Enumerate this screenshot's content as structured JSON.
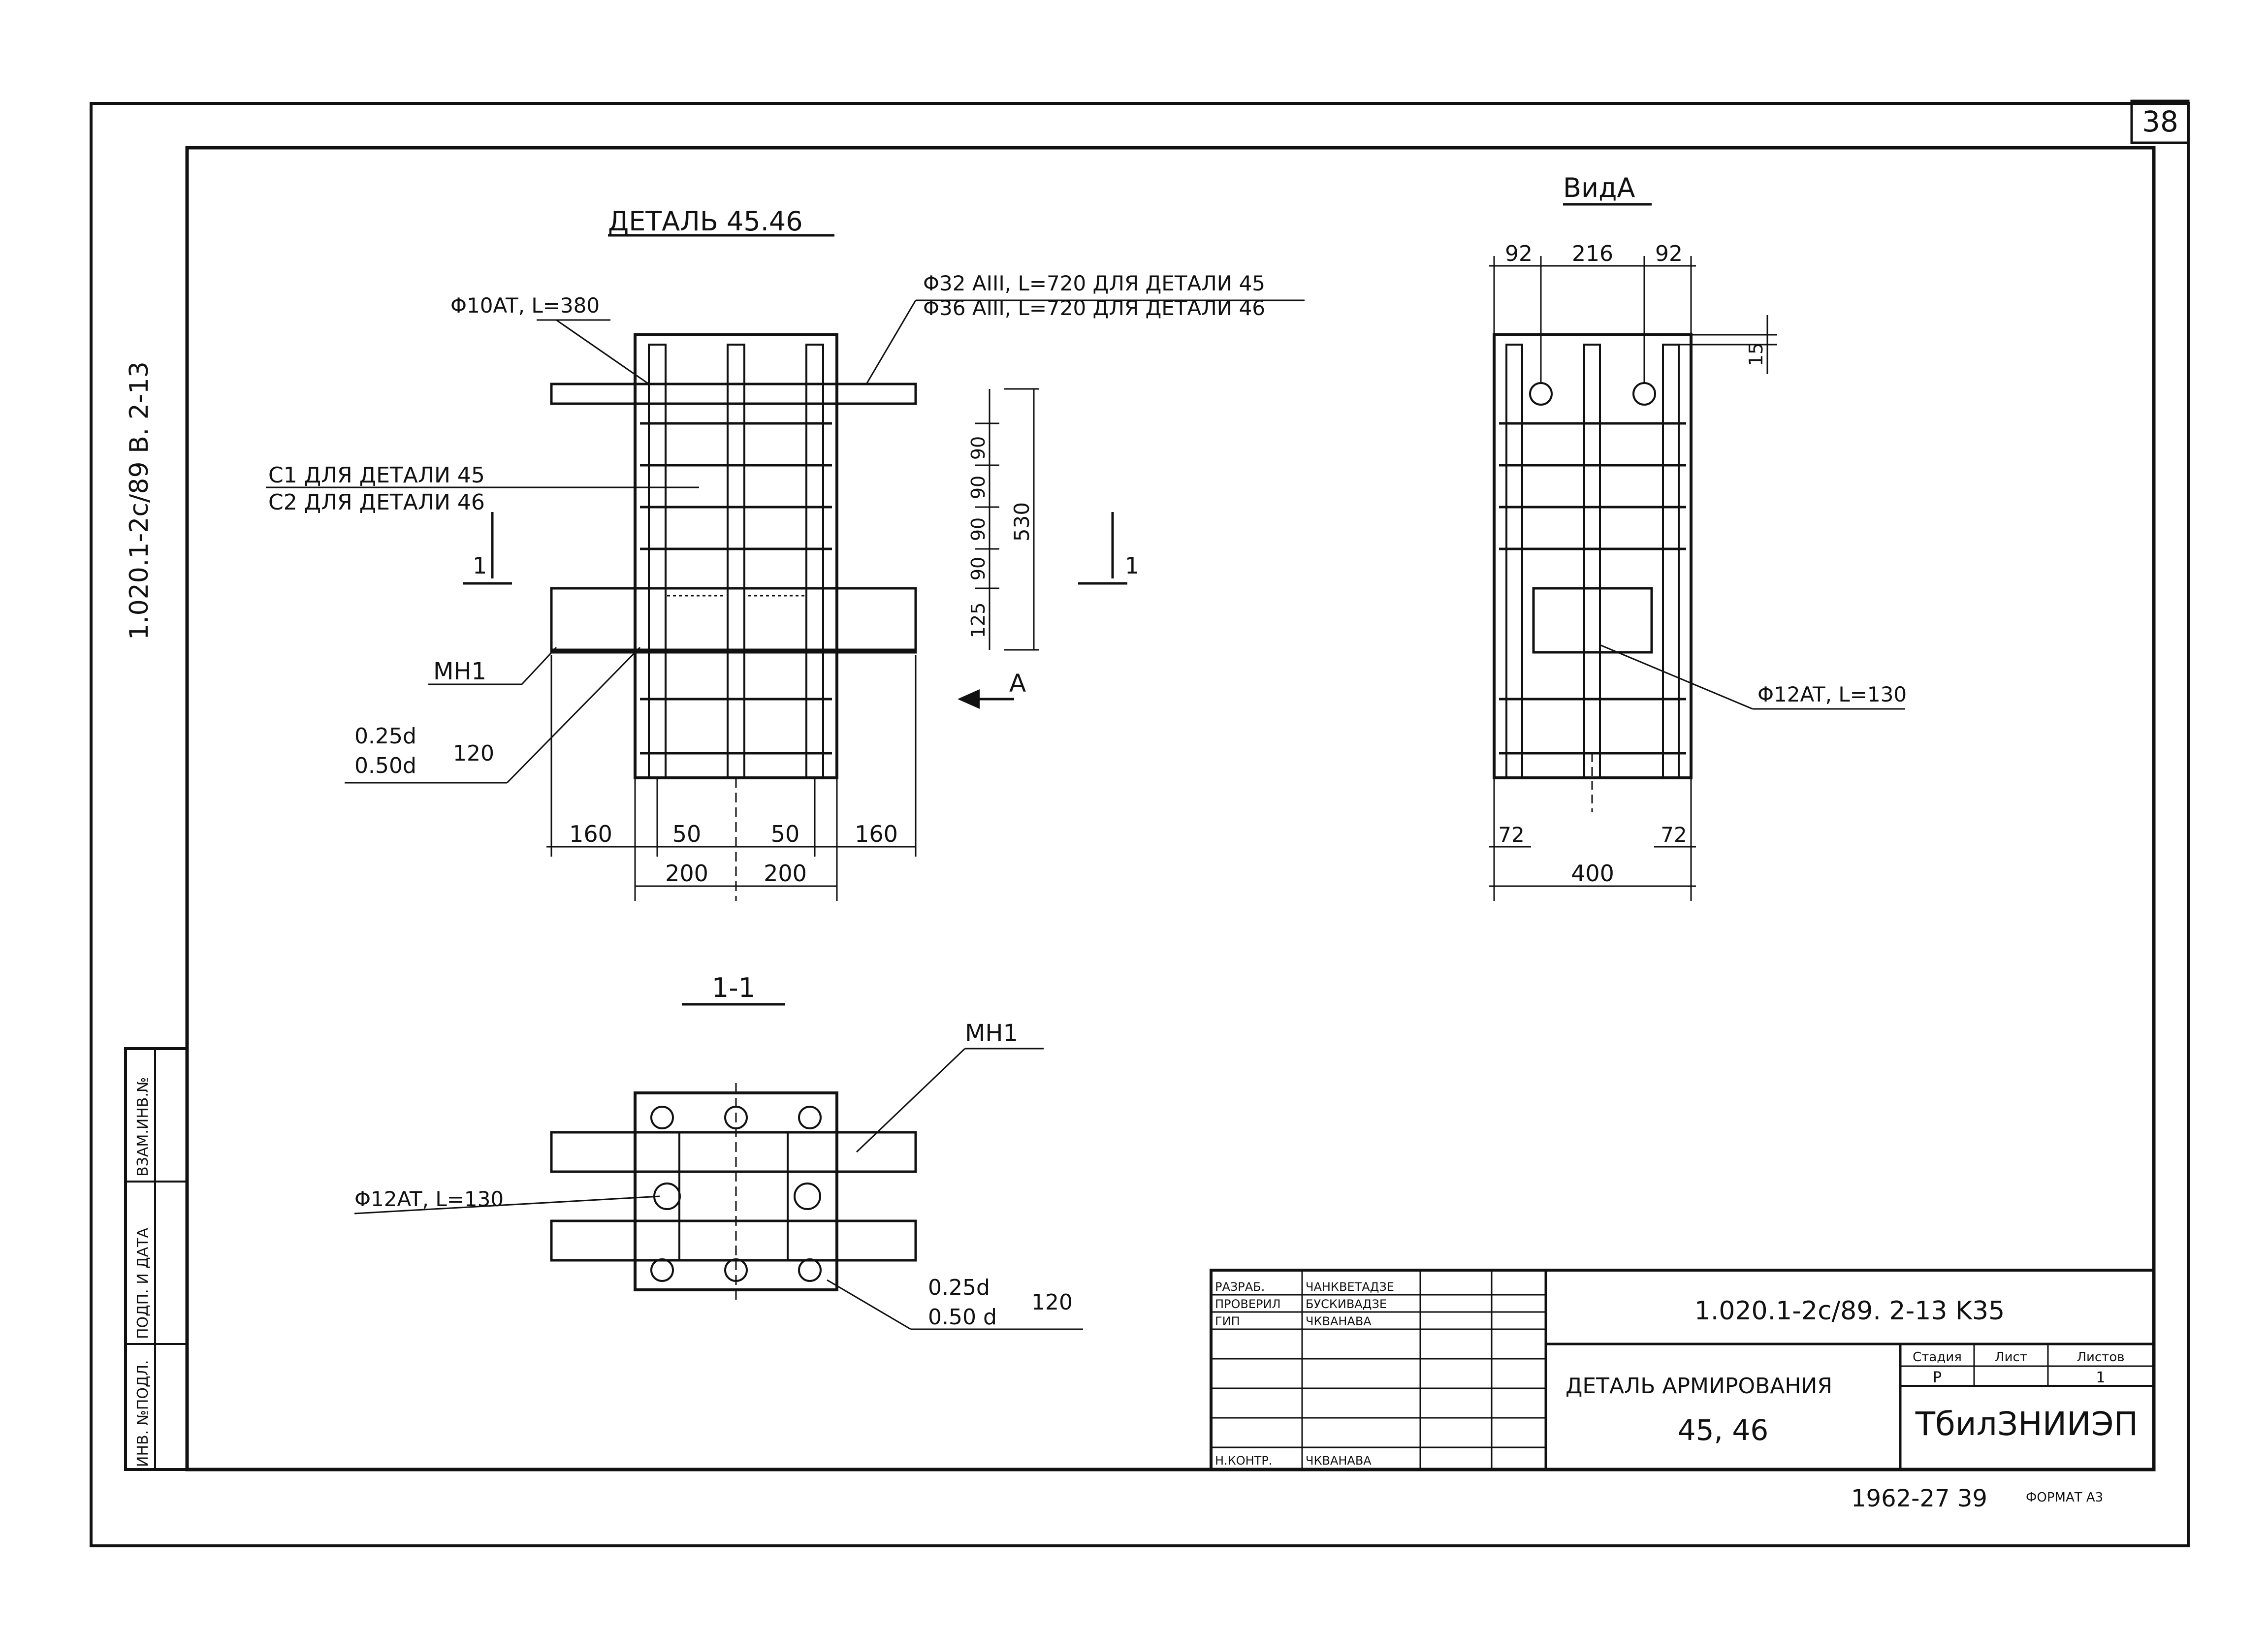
{
  "sheet": {
    "sheet_number": "38",
    "side_code": "1.020.1-2c/89 B. 2-13",
    "footer_numbers": "1962-27  39",
    "format_label": "ФОРМАТ А3"
  },
  "side_stamp": {
    "labels": [
      "ИНВ. №ПОДЛ.",
      "ПОДП. И ДАТА",
      "ВЗАМ.ИНВ.№"
    ]
  },
  "detail_main": {
    "title": "ДЕТАЛЬ 45.46",
    "bar_label_top": "Φ32 AIII, L=720 ДЛЯ ДЕТАЛИ 45",
    "bar_label_bottom": "Φ36 AIII, L=720 ДЛЯ ДЕТАЛИ 46",
    "rod_label": "Φ10AT, L=380",
    "c1_label": "C1 ДЛЯ ДЕТАЛИ 45",
    "c2_label": "C2 ДЛЯ ДЕТАЛИ 46",
    "section_mark": "1",
    "mh_label": "MH1",
    "weld_top": "0.25d",
    "weld_bottom": "0.50d",
    "weld_len": "120",
    "view_arrow": "A",
    "dims_vertical": [
      "90",
      "90",
      "90",
      "90",
      "125",
      "530"
    ],
    "dims_bottom_row1": [
      "160",
      "50",
      "50",
      "160"
    ],
    "dims_bottom_row2": [
      "200",
      "200"
    ]
  },
  "view_a": {
    "title": "ВидА",
    "dims_top": [
      "92",
      "216",
      "92"
    ],
    "dim_side": "15",
    "rod_label": "Φ12AT, L=130",
    "dims_bottom": [
      "72",
      "72"
    ],
    "dim_total": "400"
  },
  "section_1_1": {
    "title": "1-1",
    "mh_label": "MH1",
    "rod_label": "Φ12AT, L=130",
    "weld_top": "0.25d",
    "weld_bottom": "0.50 d",
    "weld_len": "120"
  },
  "title_block": {
    "rows": [
      {
        "role": "РАЗРАБ.",
        "name": "ЧАНКВЕТАДЗЕ"
      },
      {
        "role": "ПРОВЕРИЛ",
        "name": "БУСКИВАДЗЕ"
      },
      {
        "role": "ГИП",
        "name": "ЧКВАНАВА"
      },
      {
        "role": "Н.КОНТР.",
        "name": "ЧКВАНАВА"
      }
    ],
    "document_code": "1.020.1-2c/89. 2-13 K35",
    "drawing_title_1": "ДЕТАЛЬ АРМИРОВАНИЯ",
    "drawing_title_2": "45, 46",
    "stage_header": "Стадия",
    "sheet_header": "Лист",
    "sheets_header": "Листов",
    "stage_value": "Р",
    "sheets_value": "1",
    "organization": "ТбилЗНИИЭП"
  }
}
